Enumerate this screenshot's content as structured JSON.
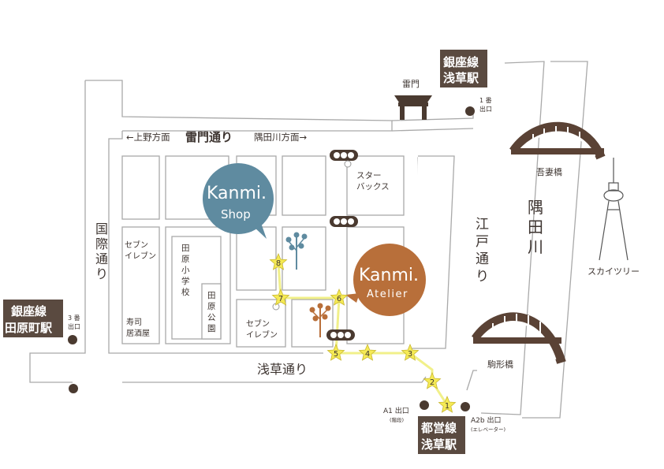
{
  "colors": {
    "road": "#a9a9a9",
    "road_fill": "#ffffff",
    "text": "#3d3430",
    "station_box": "#5a4a40",
    "bridge": "#5a4235",
    "shop_bubble": "#5f8ba0",
    "atelier_bubble": "#b86f3a",
    "route": "#f1f08a",
    "star": "#f5ea55",
    "dot": "#4a3a30"
  },
  "stations": {
    "ginza_asakusa": [
      "銀座線",
      "浅草駅"
    ],
    "ginza_tawaramachi": [
      "銀座線",
      "田原町駅"
    ],
    "toei_asakusa": [
      "都営線",
      "浅草駅"
    ]
  },
  "exits": {
    "exit1": [
      "1 番",
      "出口"
    ],
    "exit3": [
      "3 番",
      "出口"
    ],
    "a1": "A1 出口",
    "a1_note": "(階段)",
    "a2b": "A2b 出口",
    "a2b_note": "(エレベーター)"
  },
  "streets": {
    "kaminarimon_dori": "雷門通り",
    "ueno_direction": "←上野方面",
    "sumidagawa_direction": "隅田川方面→",
    "kokusai_dori": [
      "国",
      "際",
      "通",
      "り"
    ],
    "asakusa_dori": "浅草通り",
    "edo_dori": [
      "江",
      "戸",
      "通",
      "り"
    ],
    "sumida_river": [
      "隅",
      "田",
      "川"
    ]
  },
  "landmarks": {
    "kaminarimon": "雷門",
    "starbucks": [
      "スター",
      "バックス"
    ],
    "seven_eleven_1": [
      "セブン",
      "イレブン"
    ],
    "seven_eleven_2": [
      "セブン",
      "イレブン"
    ],
    "tawara_school": [
      "田",
      "原",
      "小",
      "学",
      "校"
    ],
    "tawara_park": [
      "田",
      "原",
      "公",
      "園"
    ],
    "sushi_izakaya": [
      "寿司",
      "居酒屋"
    ],
    "azumabashi": "吾妻橋",
    "komagatabashi": "駒形橋",
    "skytree": "スカイツリー"
  },
  "shops": {
    "shop": [
      "Kanmi.",
      "Shop"
    ],
    "atelier": [
      "Kanmi.",
      "Atelier"
    ]
  },
  "route_steps": [
    "1",
    "2",
    "3",
    "4",
    "5",
    "6",
    "7",
    "8"
  ]
}
